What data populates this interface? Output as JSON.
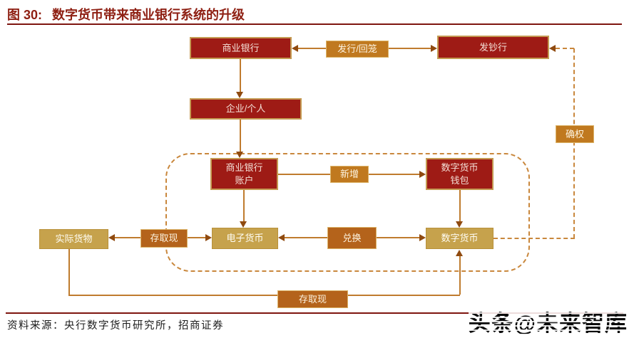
{
  "title": {
    "figure_label": "图 30:",
    "text": "数字货币带来商业银行系统的升级"
  },
  "nodes": {
    "commercial_bank": {
      "label": "商业银行"
    },
    "issue_recall": {
      "label": "发行/回笼"
    },
    "note_issuing_bank": {
      "label": "发钞行"
    },
    "enterprise_individual": {
      "label": "企业/个人"
    },
    "bank_account": {
      "label": "商业银行\n账户"
    },
    "new_add": {
      "label": "新增"
    },
    "digital_wallet": {
      "label": "数字货币\n钱包"
    },
    "physical_goods": {
      "label": "实际货物"
    },
    "deposit_withdraw_left": {
      "label": "存取现"
    },
    "e_money": {
      "label": "电子货币"
    },
    "exchange": {
      "label": "兑换"
    },
    "digital_currency": {
      "label": "数字货币"
    },
    "right_confirmation": {
      "label": "确权"
    },
    "deposit_withdraw_bottom": {
      "label": "存取现"
    }
  },
  "edges": [
    {
      "from": "issue_recall",
      "to": "commercial_bank",
      "style": "solid-arrow"
    },
    {
      "from": "issue_recall",
      "to": "note_issuing_bank",
      "style": "solid-arrow"
    },
    {
      "from": "commercial_bank",
      "to": "enterprise_individual",
      "style": "solid-arrow"
    },
    {
      "from": "enterprise_individual",
      "to": "bank_account",
      "style": "solid-arrow"
    },
    {
      "from": "bank_account",
      "via": "new_add",
      "to": "digital_wallet",
      "style": "solid-arrow"
    },
    {
      "from": "bank_account",
      "to": "e_money",
      "style": "solid-arrow"
    },
    {
      "from": "digital_wallet",
      "to": "digital_currency",
      "style": "solid-arrow"
    },
    {
      "from": "exchange",
      "to": "e_money",
      "style": "solid-arrow"
    },
    {
      "from": "exchange",
      "to": "digital_currency",
      "style": "solid-arrow"
    },
    {
      "from": "deposit_withdraw_left",
      "to": "physical_goods",
      "style": "solid-arrow"
    },
    {
      "from": "deposit_withdraw_left",
      "to": "e_money",
      "style": "solid-arrow"
    },
    {
      "from": "physical_goods",
      "via": "deposit_withdraw_bottom",
      "to": "digital_currency",
      "style": "solid-arrow"
    },
    {
      "from": "digital_currency",
      "via": "right_confirmation",
      "to": "note_issuing_bank",
      "style": "dashed-arrow"
    }
  ],
  "colors": {
    "dark_red_box": "#9e1b15",
    "tan_box": "#c6a24c",
    "orange_box": "#c0791f",
    "dark_orange_box": "#b4631b",
    "connector_line": "#bf7b2e",
    "dashed_line": "#c9873c",
    "title_red": "#8e1f12",
    "rule_red": "#7e150f"
  },
  "footer": {
    "source": "资料来源：央行数字货币研究所，招商证券"
  },
  "watermark": {
    "text": "头条@未来智库"
  }
}
